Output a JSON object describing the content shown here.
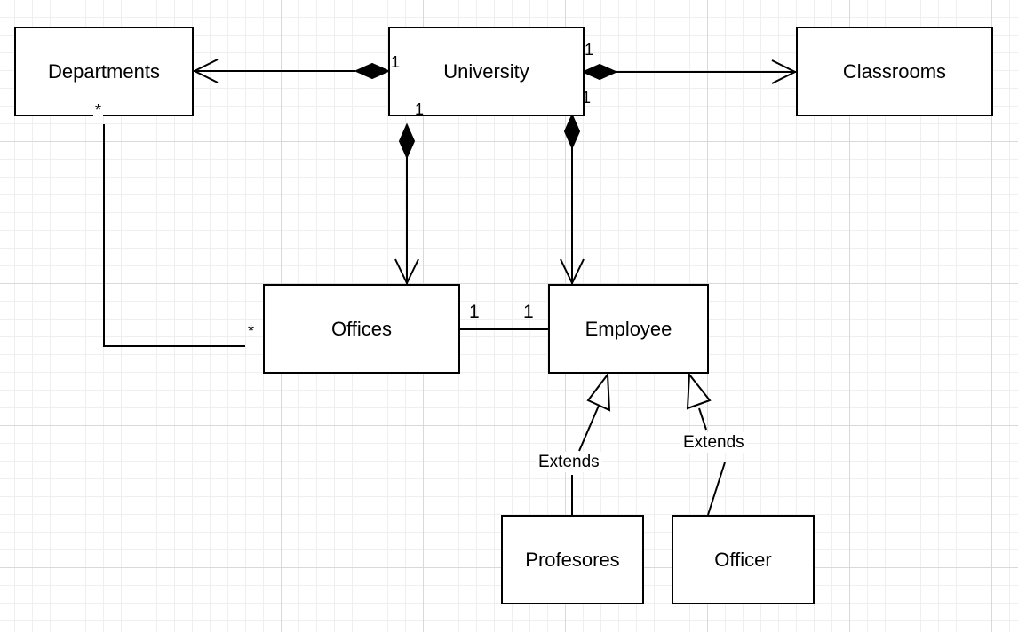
{
  "classes": {
    "departments": "Departments",
    "university": "University",
    "classrooms": "Classrooms",
    "offices": "Offices",
    "employee": "Employee",
    "profesores": "Profesores",
    "officer": "Officer"
  },
  "relations": {
    "uni_departments": {
      "uni_mult": "1"
    },
    "uni_classrooms": {
      "uni_mult": "1"
    },
    "uni_offices": {
      "uni_mult": "1"
    },
    "uni_employee": {
      "uni_mult": "1"
    },
    "departments_offices": {
      "departments_mult": "*",
      "offices_mult": "*"
    },
    "offices_employee": {
      "offices_mult": "1",
      "employee_mult": "1"
    },
    "profesores_extends": "Extends",
    "officer_extends": "Extends"
  }
}
